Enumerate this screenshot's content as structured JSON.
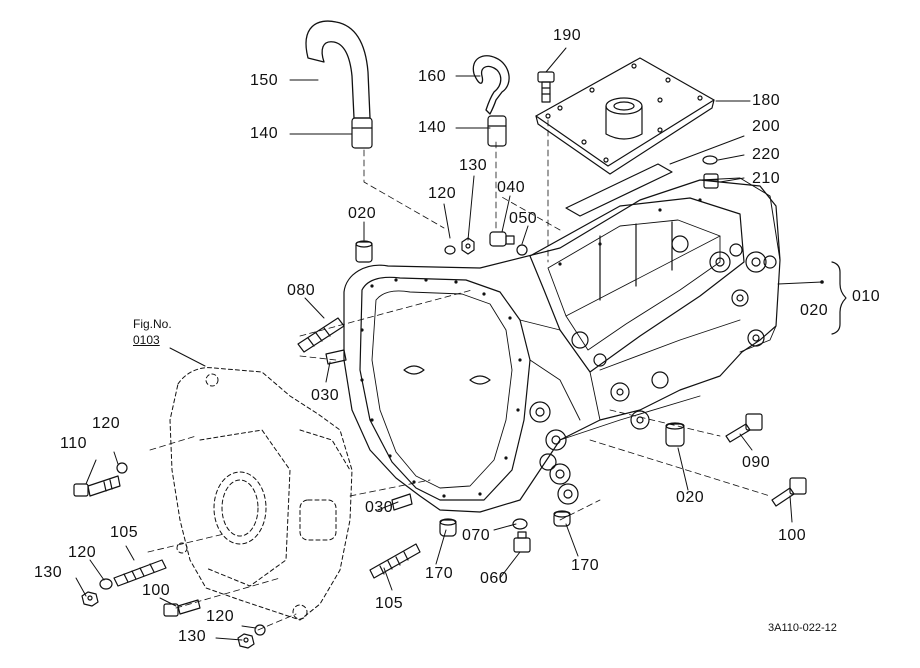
{
  "figure_reference": {
    "line1": "Fig.No.",
    "line2": "0103"
  },
  "drawing_code": "3A110-022-12",
  "assembly_label": "010",
  "callouts": {
    "c150": "150",
    "c140a": "140",
    "c160": "160",
    "c140b": "140",
    "c190": "190",
    "c180": "180",
    "c200": "200",
    "c220": "220",
    "c210": "210",
    "c130a": "130",
    "c120a": "120",
    "c040": "040",
    "c050": "050",
    "c020a": "020",
    "c080": "080",
    "c030a": "030",
    "c020b": "020",
    "c120b": "120",
    "c110": "110",
    "c105a": "105",
    "c120c": "120",
    "c130b": "130",
    "c100a": "100",
    "c120d": "120",
    "c130c": "130",
    "c030b": "030",
    "c105b": "105",
    "c170a": "170",
    "c070": "070",
    "c060": "060",
    "c170b": "170",
    "c020c": "020",
    "c090": "090",
    "c100b": "100"
  },
  "colors": {
    "ink": "#111111",
    "background": "#ffffff"
  }
}
